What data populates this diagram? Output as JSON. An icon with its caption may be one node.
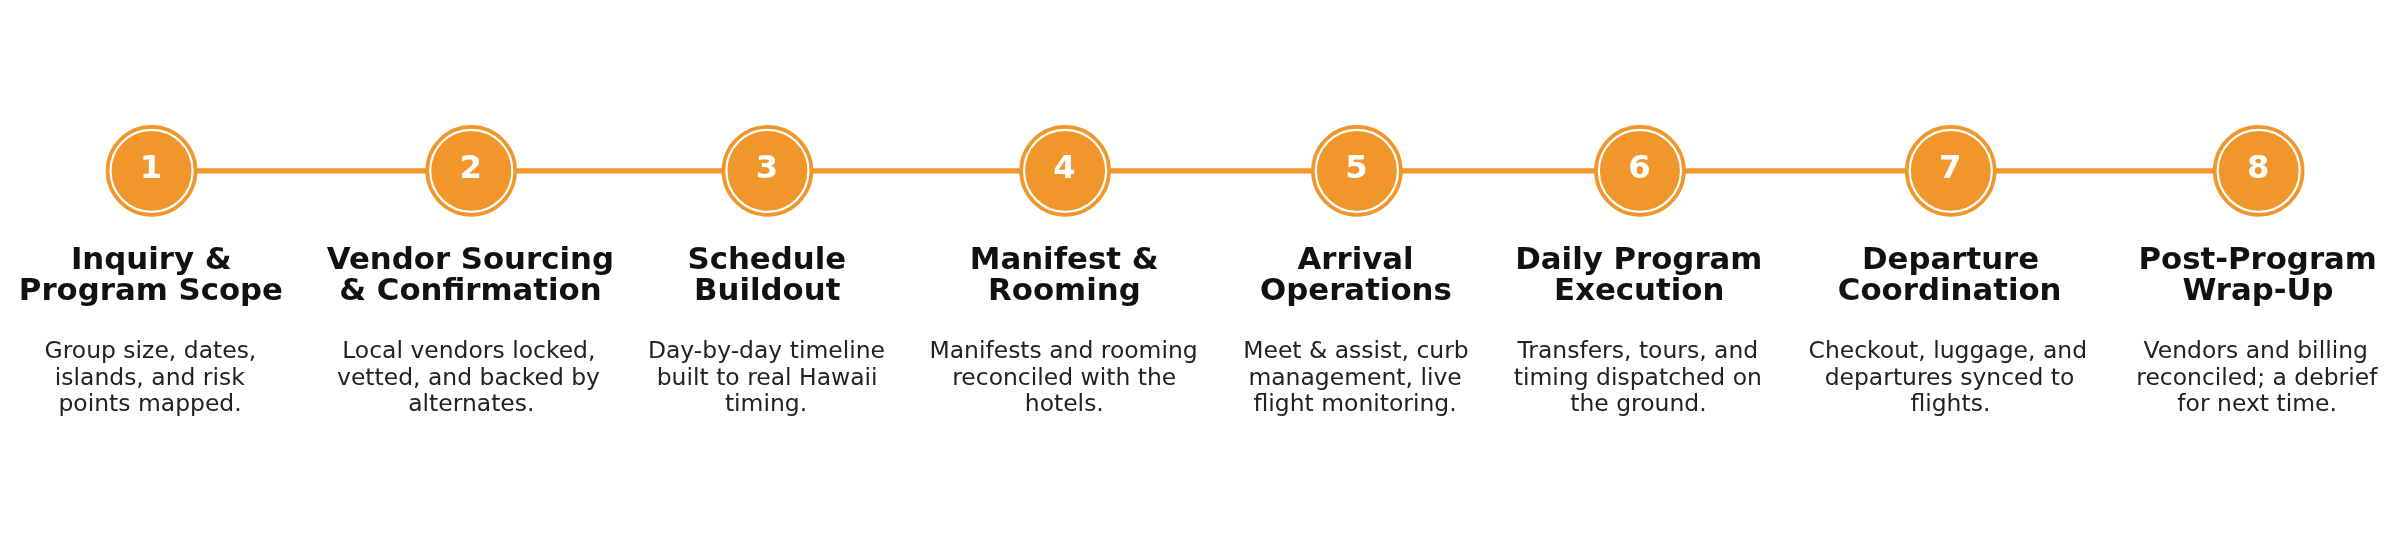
{
  "diagram": {
    "nodes": [
      {
        "text": [
          "1"
        ],
        "beside": [
          "Inquiry & Program Scope",
          "Group size, dates, islands, and risk points mapped."
        ]
      },
      {
        "text": [
          "2"
        ],
        "beside": [
          "Vendor Sourcing & Confirmation",
          "Local vendors locked, vetted, and backed by alternates."
        ]
      },
      {
        "text": [
          "3"
        ],
        "beside": [
          "Schedule Buildout",
          "Day-by-day timeline built to real Hawaii timing."
        ]
      },
      {
        "text": [
          "4"
        ],
        "beside": [
          "Manifest & Rooming",
          "Manifests and rooming reconciled with the hotels."
        ]
      },
      {
        "text": [
          "5"
        ],
        "beside": [
          "Arrival Operations",
          "Meet & assist, curb management, live flight monitoring."
        ]
      },
      {
        "text": [
          "6"
        ],
        "beside": [
          "Daily Program Execution",
          "Transfers, tours, and timing dispatched on the ground."
        ]
      },
      {
        "text": [
          "7"
        ],
        "beside": [
          "Departure Coordination",
          "Checkout, luggage, and departures synced to flights."
        ]
      },
      {
        "text": [
          "8"
        ],
        "beside": [
          "Post-Program Wrap-Up",
          "Vendors and billing reconciled; a debrief for next time."
        ]
      }
    ],
    "edges": [
      {
        "from": 0,
        "to": 1,
        "arrow": "none"
      },
      {
        "from": 1,
        "to": 2,
        "arrow": "none"
      },
      {
        "from": 2,
        "to": 3,
        "arrow": "none"
      },
      {
        "from": 3,
        "to": 4,
        "arrow": "none"
      },
      {
        "from": 4,
        "to": 5,
        "arrow": "none"
      },
      {
        "from": 5,
        "to": 6,
        "arrow": "none"
      },
      {
        "from": 6,
        "to": 7,
        "arrow": "none"
      }
    ]
  }
}
